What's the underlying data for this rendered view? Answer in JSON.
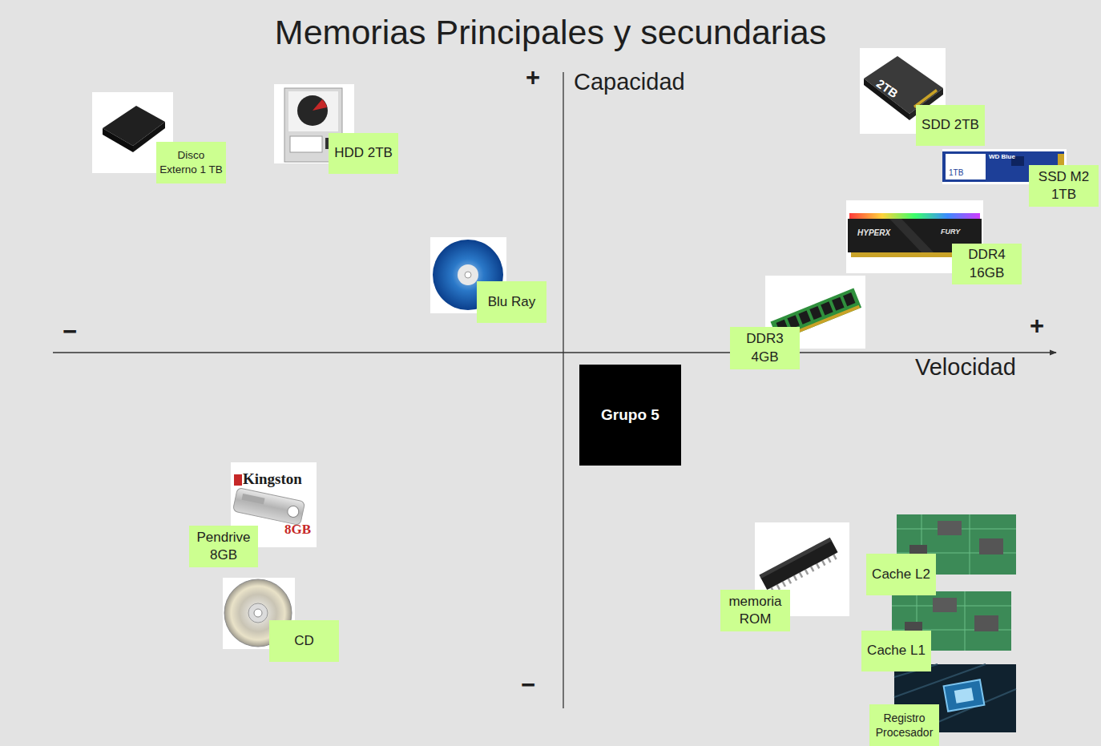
{
  "diagram": {
    "title": "Memorias Principales y secundarias",
    "nodes": [
      {
        "text": [
          "SDD 2TB"
        ]
      },
      {
        "text": [
          "HDD 2TB"
        ]
      },
      {
        "text": [
          "Disco Externo 1 TB"
        ]
      },
      {
        "text": [
          "SSD M2 1TB"
        ]
      },
      {
        "text": [
          "DDR4 16GB"
        ]
      },
      {
        "text": [
          "Blu Ray"
        ]
      },
      {
        "text": [
          "DDR3 4GB"
        ]
      },
      {
        "text": [
          "Grupo 5"
        ]
      },
      {
        "text": [
          "Pendrive 8GB"
        ]
      },
      {
        "text": [
          "Cache L2"
        ]
      },
      {
        "text": [
          "memoria ROM"
        ]
      },
      {
        "text": [
          "CD"
        ]
      },
      {
        "text": [
          "Cache L1"
        ]
      },
      {
        "text": [
          "Registro Procesador"
        ]
      }
    ],
    "labels": [
      "+",
      "Capacidad",
      "−",
      "+",
      "Velocidad",
      "−",
      "2TB",
      "WD Blue",
      "1TB",
      "HYPERX",
      "FURY",
      "Kingston",
      "8GB"
    ]
  }
}
